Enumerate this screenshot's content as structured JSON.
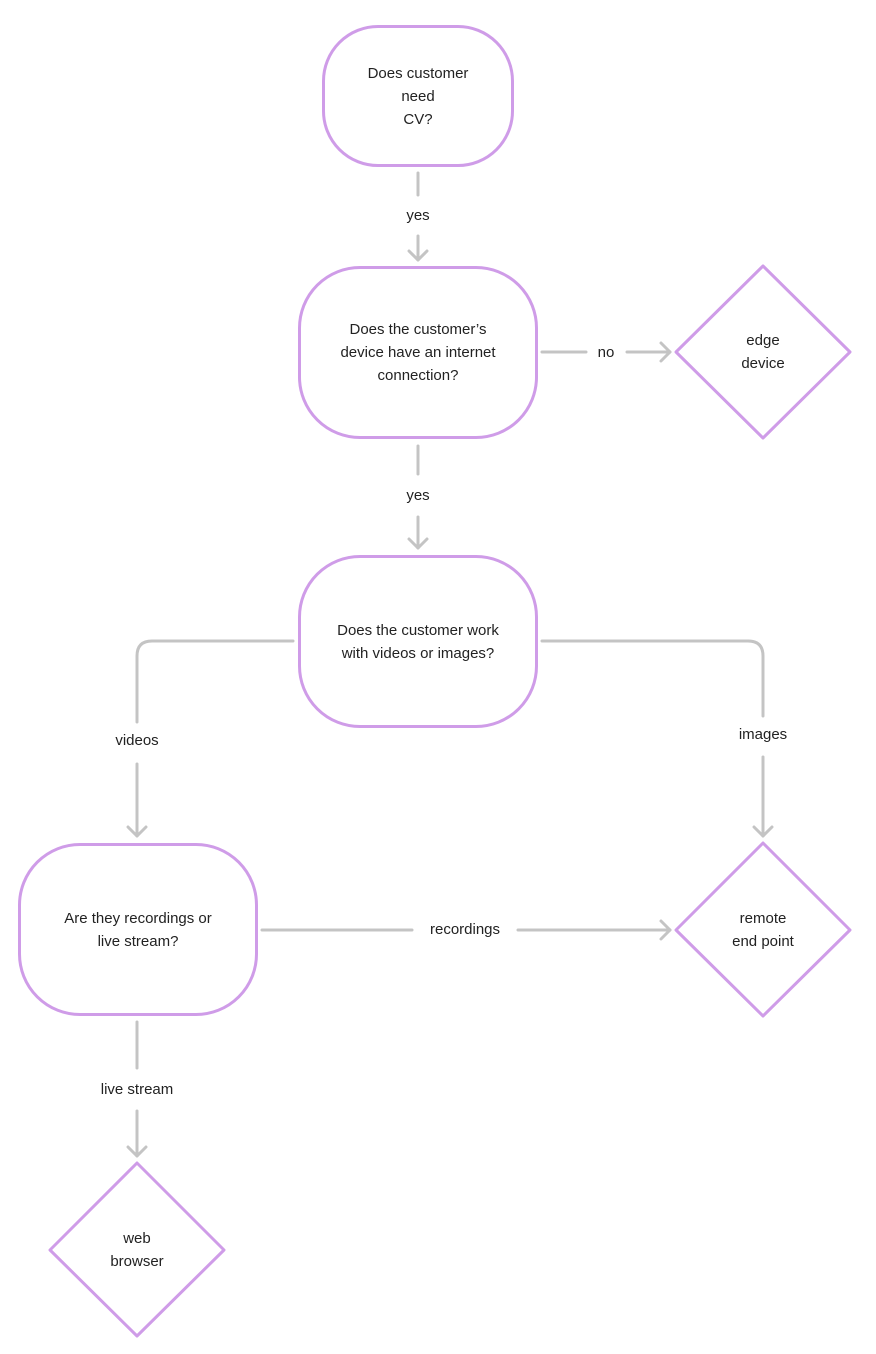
{
  "nodes": {
    "q_cv": "Does customer\nneed\nCV?",
    "q_internet": "Does the customer’s\ndevice have an internet\nconnection?",
    "q_media": "Does the customer work\nwith videos or images?",
    "q_recordings": "Are they recordings or\nlive stream?",
    "edge_device": "edge\ndevice",
    "remote_end_point": "remote\nend point",
    "web_browser": "web\nbrowser"
  },
  "edges": {
    "cv_yes": "yes",
    "internet_yes": "yes",
    "internet_no": "no",
    "media_videos": "videos",
    "media_images": "images",
    "rec_recordings": "recordings",
    "rec_live": "live stream"
  },
  "colors": {
    "node_border": "#cf9ce8",
    "connector": "#c4c4c4"
  }
}
